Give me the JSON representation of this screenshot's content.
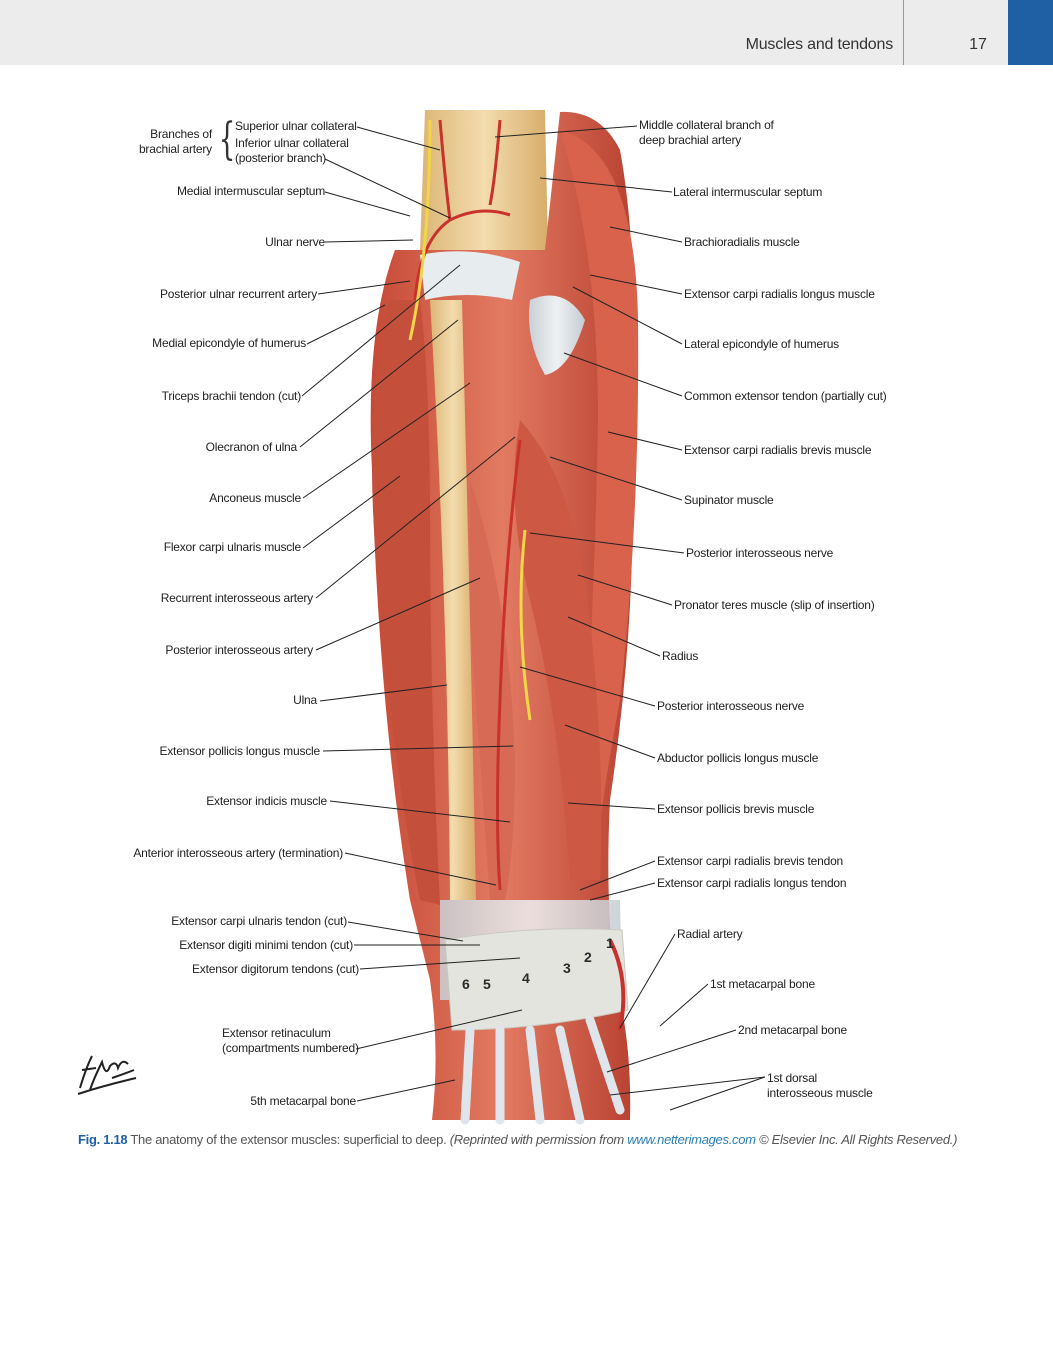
{
  "header": {
    "section_title": "Muscles and tendons",
    "page_number": "17"
  },
  "figure": {
    "left_labels": [
      {
        "id": "branches",
        "text": "Branches of\nbrachial artery"
      },
      {
        "id": "sup-ulnar",
        "text": "Superior ulnar collateral"
      },
      {
        "id": "inf-ulnar",
        "text": "Inferior ulnar collateral\n(posterior branch)"
      },
      {
        "id": "med-septum",
        "text": "Medial intermuscular septum"
      },
      {
        "id": "ulnar-nerve",
        "text": "Ulnar nerve"
      },
      {
        "id": "post-ulnar-rec",
        "text": "Posterior ulnar recurrent artery"
      },
      {
        "id": "med-epicondyle",
        "text": "Medial epicondyle of humerus"
      },
      {
        "id": "triceps",
        "text": "Triceps brachii tendon (cut)"
      },
      {
        "id": "olecranon",
        "text": "Olecranon of ulna"
      },
      {
        "id": "anconeus",
        "text": "Anconeus muscle"
      },
      {
        "id": "fcu",
        "text": "Flexor carpi ulnaris muscle"
      },
      {
        "id": "rec-interosseous",
        "text": "Recurrent interosseous artery"
      },
      {
        "id": "post-interosseous-a",
        "text": "Posterior interosseous artery"
      },
      {
        "id": "ulna",
        "text": "Ulna"
      },
      {
        "id": "epl",
        "text": "Extensor pollicis longus muscle"
      },
      {
        "id": "ext-indicis",
        "text": "Extensor indicis muscle"
      },
      {
        "id": "ant-interosseous",
        "text": "Anterior interosseous artery (termination)"
      },
      {
        "id": "ecu-tendon",
        "text": "Extensor carpi ulnaris tendon (cut)"
      },
      {
        "id": "edm-tendon",
        "text": "Extensor digiti minimi tendon (cut)"
      },
      {
        "id": "ed-tendons",
        "text": "Extensor digitorum tendons (cut)"
      },
      {
        "id": "retinaculum",
        "text": "Extensor retinaculum\n(compartments numbered)"
      },
      {
        "id": "fifth-metacarpal",
        "text": "5th metacarpal bone"
      }
    ],
    "right_labels": [
      {
        "id": "mid-collateral",
        "text": "Middle collateral branch of\ndeep brachial artery"
      },
      {
        "id": "lat-septum",
        "text": "Lateral intermuscular septum"
      },
      {
        "id": "brachioradialis",
        "text": "Brachioradialis muscle"
      },
      {
        "id": "ecrl-muscle",
        "text": "Extensor carpi radialis longus muscle"
      },
      {
        "id": "lat-epicondyle",
        "text": "Lateral epicondyle of humerus"
      },
      {
        "id": "common-ext",
        "text": "Common extensor tendon (partially cut)"
      },
      {
        "id": "ecrb-muscle",
        "text": "Extensor carpi radialis brevis muscle"
      },
      {
        "id": "supinator",
        "text": "Supinator muscle"
      },
      {
        "id": "post-interosseous-n1",
        "text": "Posterior interosseous nerve"
      },
      {
        "id": "pronator",
        "text": "Pronator teres muscle (slip of insertion)"
      },
      {
        "id": "radius",
        "text": "Radius"
      },
      {
        "id": "post-interosseous-n2",
        "text": "Posterior interosseous nerve"
      },
      {
        "id": "apl",
        "text": "Abductor pollicis longus muscle"
      },
      {
        "id": "epb",
        "text": "Extensor pollicis brevis muscle"
      },
      {
        "id": "ecrb-tendon",
        "text": "Extensor carpi radialis brevis tendon"
      },
      {
        "id": "ecrl-tendon",
        "text": "Extensor carpi radialis longus tendon"
      },
      {
        "id": "radial-artery",
        "text": "Radial artery"
      },
      {
        "id": "first-metacarpal",
        "text": "1st metacarpal bone"
      },
      {
        "id": "second-metacarpal",
        "text": "2nd metacarpal bone"
      },
      {
        "id": "dorsal-interosseous",
        "text": "1st dorsal\ninterosseous muscle"
      }
    ],
    "compartment_numbers": [
      "1",
      "2",
      "3",
      "4",
      "5",
      "6"
    ]
  },
  "caption": {
    "fig_label": "Fig. 1.18",
    "text": " The anatomy of the extensor muscles: superficial to deep. ",
    "credit_pre": "(Reprinted with permission from ",
    "credit_link": "www.netterimages.com",
    "credit_post": " © Elsevier Inc. All Rights Reserved.)"
  },
  "colors": {
    "accent": "#1f5fa3",
    "muscle": "#d9644e",
    "tendon": "#dfe3e6",
    "bone": "#e9c98e",
    "artery": "#c8312c",
    "nerve": "#f2d64a"
  }
}
